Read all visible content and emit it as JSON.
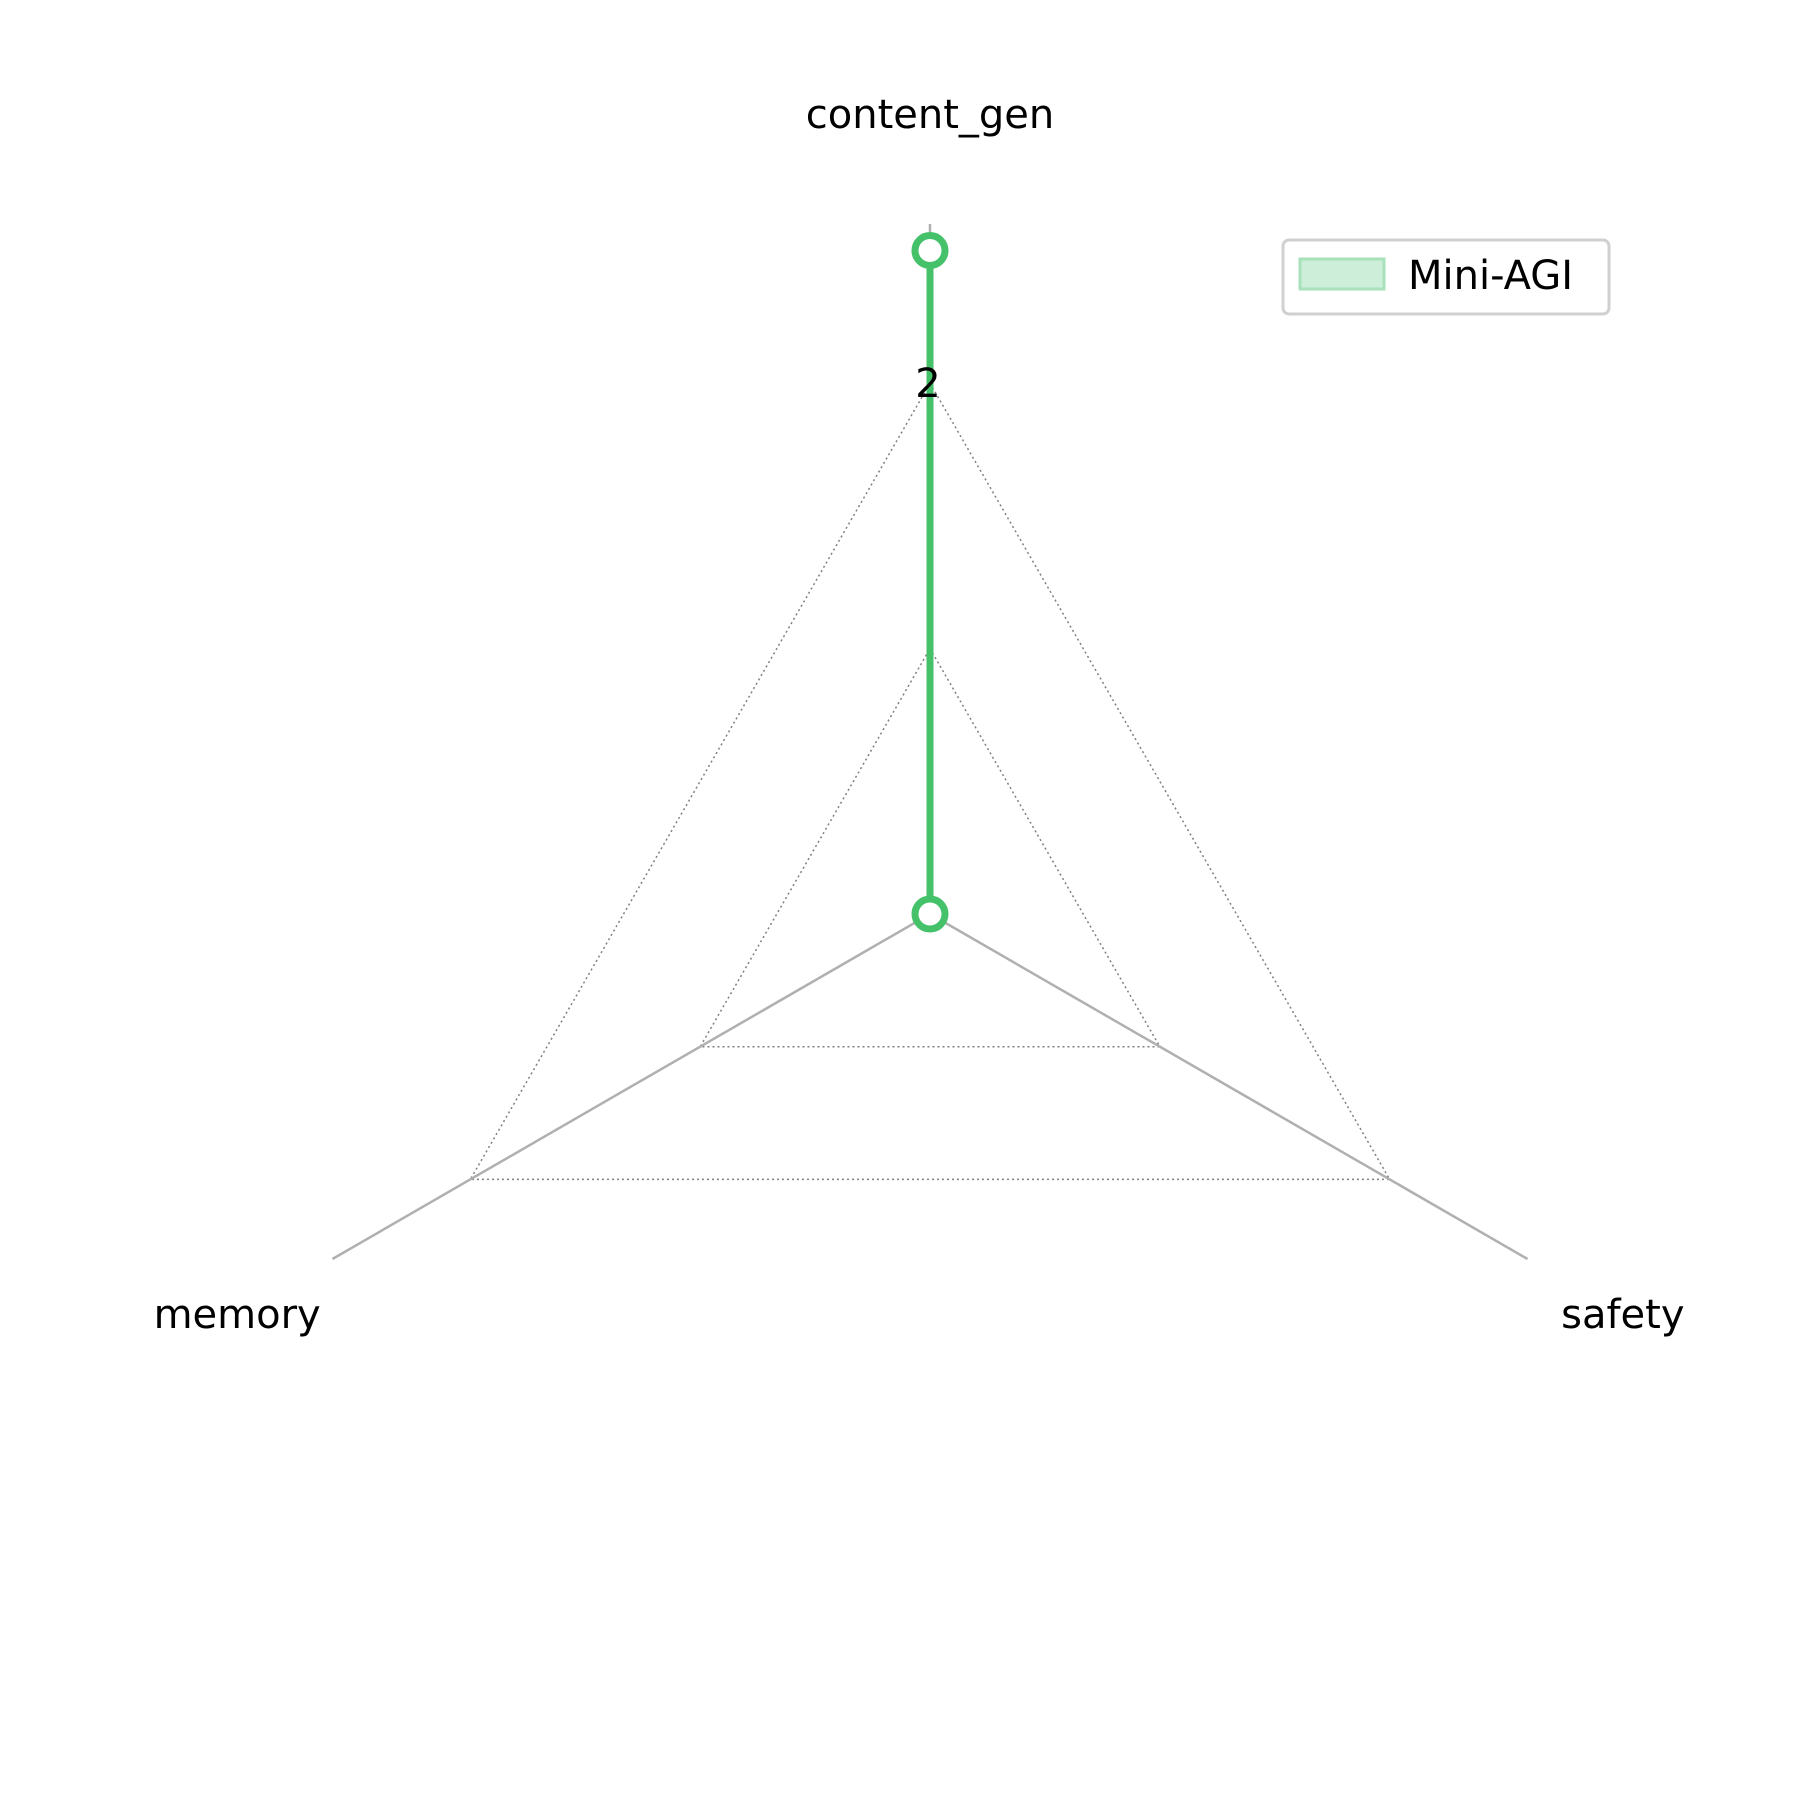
{
  "chart_data": {
    "type": "radar",
    "axes": [
      "content_gen",
      "safety",
      "memory"
    ],
    "series": [
      {
        "name": "Mini-AGI",
        "values": [
          2.5,
          0,
          0
        ],
        "color": "#45c16a",
        "fill_color": "#cdeed8"
      }
    ],
    "rlim": [
      0,
      2.6
    ],
    "radial_ticks": [
      1,
      2
    ],
    "radial_tick_labels": [
      "",
      "2"
    ],
    "grid": true,
    "legend_position": "top-right",
    "axis_color": "#b0b0b0",
    "grid_color": "#808080"
  }
}
